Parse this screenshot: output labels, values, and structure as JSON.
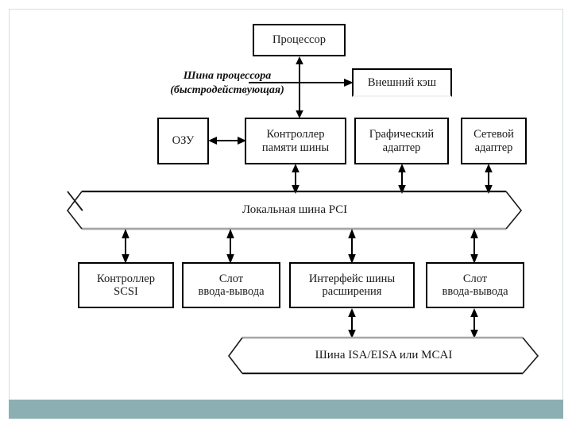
{
  "slide": {
    "background_color": "#ffffff",
    "frame_color": "#d5dee0",
    "footer_band_color": "#8cafb2",
    "line_color": "#000000",
    "muted_line_color": "#a6a6a6"
  },
  "diagram": {
    "title_note": "Computer bus architecture block diagram",
    "boxes": [
      {
        "id": "processor",
        "label": "Процессор"
      },
      {
        "id": "external-cache",
        "label": "Внешний кэш"
      },
      {
        "id": "ram",
        "label": "ОЗУ"
      },
      {
        "id": "memory-bus-controller",
        "label": "Контроллер\nпамяти шины"
      },
      {
        "id": "graphics-adapter",
        "label": "Графический\nадаптер"
      },
      {
        "id": "network-adapter",
        "label": "Сетевой\nадаптер"
      },
      {
        "id": "scsi-controller",
        "label": "Контроллер\nSCSI"
      },
      {
        "id": "io-slot-left",
        "label": "Слот\nввода-вывода"
      },
      {
        "id": "expansion-bus-interface",
        "label": "Интерфейс шины\nрасширения"
      },
      {
        "id": "io-slot-right",
        "label": "Слот\nввода-вывода"
      }
    ],
    "labels": {
      "processor_bus_line1": "Шина процессора",
      "processor_bus_line2": "(быстродействующая)"
    },
    "buses": [
      {
        "id": "pci-bus",
        "label": "Локальная шина PCI"
      },
      {
        "id": "isa-bus",
        "label": "Шина ISA/EISA или MCAI"
      }
    ]
  }
}
